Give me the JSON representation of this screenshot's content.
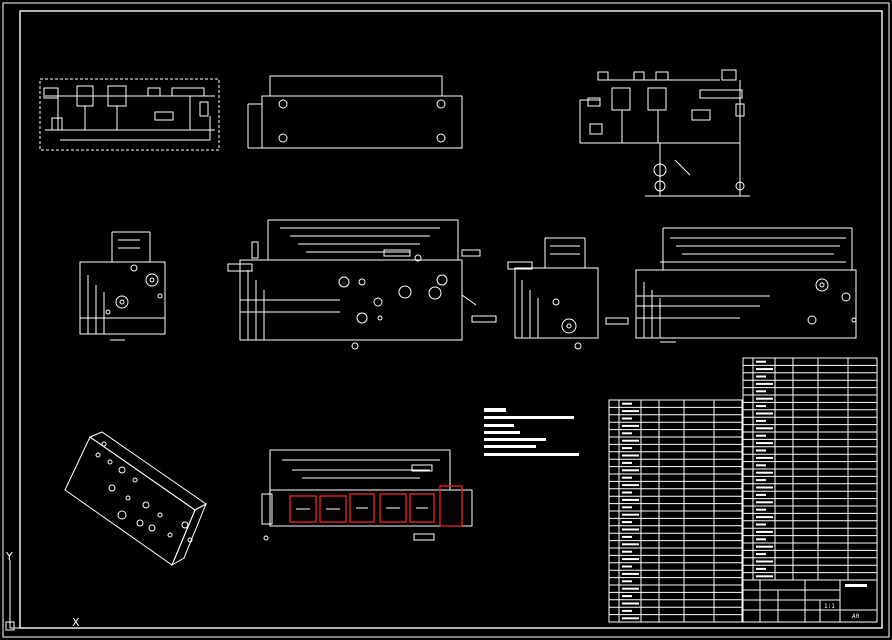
{
  "viewport": {
    "axis_y_label": "Y",
    "axis_x_label": "X"
  },
  "title_block": {
    "scale": "1:1",
    "sheet": "A0"
  },
  "colors": {
    "background": "#000000",
    "line": "#ffffff",
    "highlight": "#e02020"
  }
}
